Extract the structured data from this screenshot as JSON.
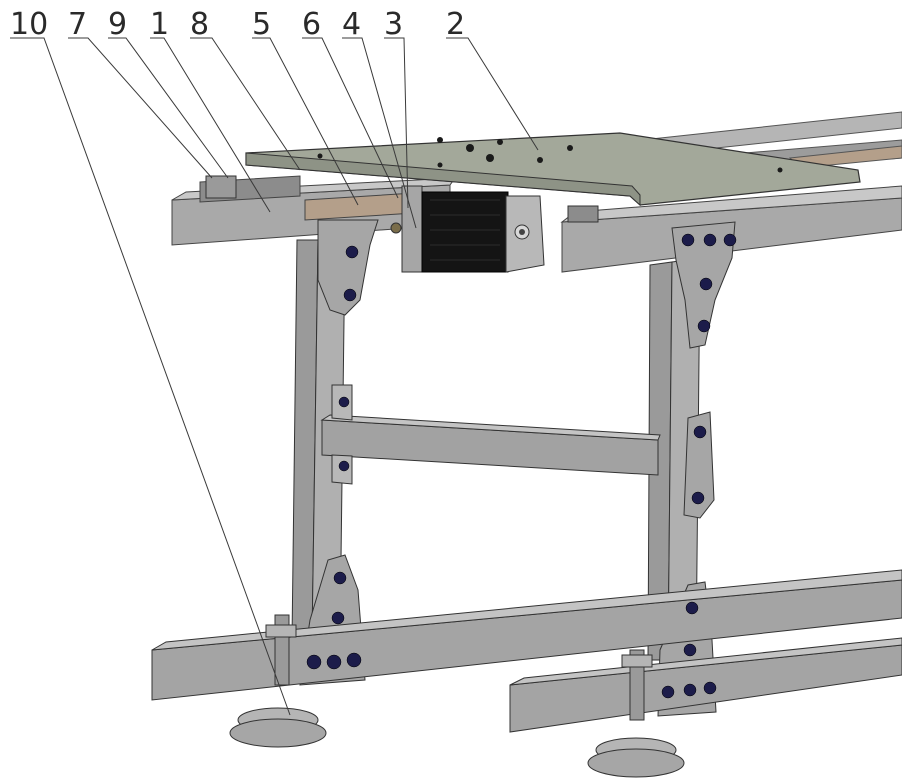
{
  "callouts": [
    {
      "id": "10",
      "label": "10"
    },
    {
      "id": "7",
      "label": "7"
    },
    {
      "id": "9",
      "label": "9"
    },
    {
      "id": "1",
      "label": "1"
    },
    {
      "id": "8",
      "label": "8"
    },
    {
      "id": "5",
      "label": "5"
    },
    {
      "id": "6",
      "label": "6"
    },
    {
      "id": "4",
      "label": "4"
    },
    {
      "id": "3",
      "label": "3"
    },
    {
      "id": "2",
      "label": "2"
    }
  ],
  "colors": {
    "frame": "#a9a9a9",
    "frame_dark": "#7e7e7e",
    "frame_light": "#c8c8c8",
    "plate": "#a3a89a",
    "rail_pad": "#b49f8a",
    "motor": "#141414",
    "bolt": "#1c1c4a",
    "foot": "#a6a6a6"
  }
}
